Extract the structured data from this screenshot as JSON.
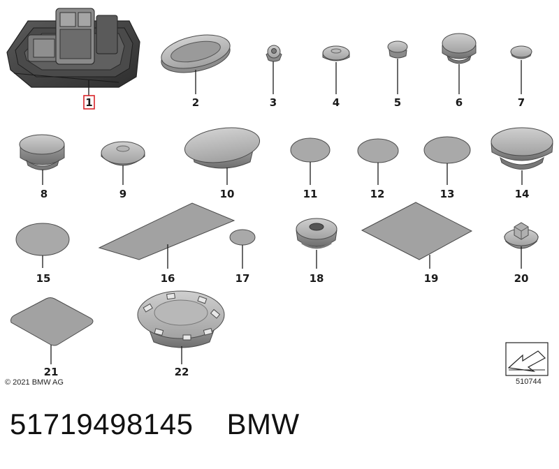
{
  "parts": [
    {
      "id": "p1",
      "label": "1",
      "name": "control-unit",
      "highlighted": true
    },
    {
      "id": "p2",
      "label": "2",
      "name": "oval-grommet"
    },
    {
      "id": "p3",
      "label": "3",
      "name": "small-plug"
    },
    {
      "id": "p4",
      "label": "4",
      "name": "dome-plug"
    },
    {
      "id": "p5",
      "label": "5",
      "name": "cup-plug"
    },
    {
      "id": "p6",
      "label": "6",
      "name": "large-cup-plug"
    },
    {
      "id": "p7",
      "label": "7",
      "name": "mini-dome-plug"
    },
    {
      "id": "p8",
      "label": "8",
      "name": "round-plug"
    },
    {
      "id": "p9",
      "label": "9",
      "name": "flat-dome-plug"
    },
    {
      "id": "p10",
      "label": "10",
      "name": "oval-plug"
    },
    {
      "id": "p11",
      "label": "11",
      "name": "round-sticker-11"
    },
    {
      "id": "p12",
      "label": "12",
      "name": "round-sticker-12"
    },
    {
      "id": "p13",
      "label": "13",
      "name": "round-sticker-13"
    },
    {
      "id": "p14",
      "label": "14",
      "name": "large-round-plug"
    },
    {
      "id": "p15",
      "label": "15",
      "name": "round-sticker-15"
    },
    {
      "id": "p16",
      "label": "16",
      "name": "strip-pad"
    },
    {
      "id": "p17",
      "label": "17",
      "name": "small-round-sticker"
    },
    {
      "id": "p18",
      "label": "18",
      "name": "ring-grommet"
    },
    {
      "id": "p19",
      "label": "19",
      "name": "square-pad"
    },
    {
      "id": "p20",
      "label": "20",
      "name": "hex-cap"
    },
    {
      "id": "p21",
      "label": "21",
      "name": "rounded-square-pad"
    },
    {
      "id": "p22",
      "label": "22",
      "name": "clip-plug"
    }
  ],
  "footer": {
    "copyright": "© 2021 BMW AG",
    "reference_number": "510744",
    "part_number": "51719498145",
    "brand": "BMW"
  },
  "colors": {
    "part_fill": "#a9a9a9",
    "part_light": "#c4c4c4",
    "part_dark": "#6e6e6e",
    "outline": "#4a4a4a",
    "highlight_box": "#d9252a"
  }
}
